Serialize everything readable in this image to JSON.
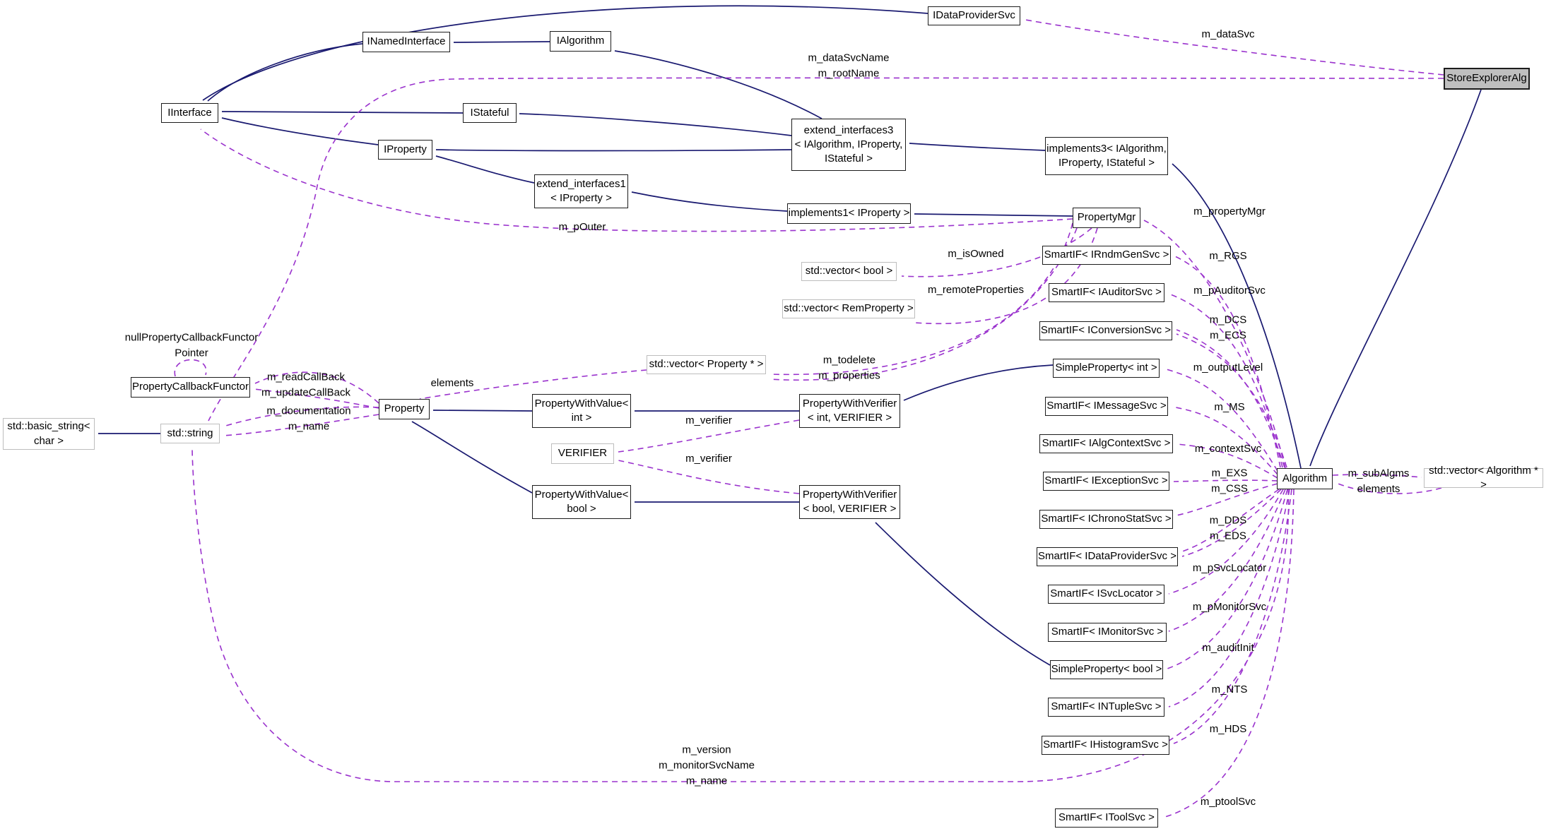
{
  "diagram": {
    "type": "doxygen-collaboration-graph",
    "highlighted_class": "StoreExplorerAlg",
    "colors": {
      "inheritance_edge": "#191970",
      "usage_edge": "#9a32cd",
      "node_border": "#1c1c1c",
      "external_node_border": "#bdbdbd",
      "highlight_fill": "#bfbfbf",
      "background": "#ffffff"
    },
    "nodes": [
      {
        "label": "IInterface"
      },
      {
        "label": "INamedInterface"
      },
      {
        "label": "IAlgorithm"
      },
      {
        "label": "IDataProviderSvc"
      },
      {
        "label": "StoreExplorerAlg"
      },
      {
        "label": "IStateful"
      },
      {
        "label": "IProperty"
      },
      {
        "label": "extend_interfaces3\n< IAlgorithm, IProperty,\nIStateful >"
      },
      {
        "label": "implements3< IAlgorithm,\nIProperty, IStateful >"
      },
      {
        "label": "extend_interfaces1\n< IProperty >"
      },
      {
        "label": "implements1< IProperty >"
      },
      {
        "label": "PropertyMgr"
      },
      {
        "label": "std::vector< bool >"
      },
      {
        "label": "std::vector< RemProperty >"
      },
      {
        "label": "std::vector< Property * >"
      },
      {
        "label": "Property"
      },
      {
        "label": "PropertyWithValue<\nint >"
      },
      {
        "label": "PropertyWithVerifier\n< int, VERIFIER >"
      },
      {
        "label": "VERIFIER"
      },
      {
        "label": "PropertyWithValue<\nbool >"
      },
      {
        "label": "PropertyWithVerifier\n< bool, VERIFIER >"
      },
      {
        "label": "PropertyCallbackFunctor"
      },
      {
        "label": "std::basic_string<\nchar >"
      },
      {
        "label": "std::string"
      },
      {
        "label": "SmartIF< IRndmGenSvc >"
      },
      {
        "label": "SmartIF< IAuditorSvc >"
      },
      {
        "label": "SmartIF< IConversionSvc >"
      },
      {
        "label": "SimpleProperty< int >"
      },
      {
        "label": "SmartIF< IMessageSvc >"
      },
      {
        "label": "SmartIF< IAlgContextSvc >"
      },
      {
        "label": "SmartIF< IExceptionSvc >"
      },
      {
        "label": "SmartIF< IChronoStatSvc >"
      },
      {
        "label": "SmartIF< IDataProviderSvc >"
      },
      {
        "label": "SmartIF< ISvcLocator >"
      },
      {
        "label": "SmartIF< IMonitorSvc >"
      },
      {
        "label": "SimpleProperty< bool >"
      },
      {
        "label": "SmartIF< INTupleSvc >"
      },
      {
        "label": "SmartIF< IHistogramSvc >"
      },
      {
        "label": "SmartIF< IToolSvc >"
      },
      {
        "label": "Algorithm"
      },
      {
        "label": "std::vector< Algorithm * >"
      }
    ],
    "edge_labels": [
      {
        "text": "m_dataSvc"
      },
      {
        "text": "m_dataSvcName\nm_rootName"
      },
      {
        "text": "m_pOuter"
      },
      {
        "text": "m_propertyMgr"
      },
      {
        "text": "m_isOwned"
      },
      {
        "text": "m_remoteProperties"
      },
      {
        "text": "m_todelete\nm_properties"
      },
      {
        "text": "elements"
      },
      {
        "text": "m_RGS"
      },
      {
        "text": "m_pAuditorSvc"
      },
      {
        "text": "m_DCS\nm_ECS"
      },
      {
        "text": "m_outputLevel"
      },
      {
        "text": "m_MS"
      },
      {
        "text": "m_contextSvc"
      },
      {
        "text": "m_EXS\nm_CSS"
      },
      {
        "text": "m_DDS\nm_EDS"
      },
      {
        "text": "m_pSvcLocator"
      },
      {
        "text": "m_pMonitorSvc"
      },
      {
        "text": "m_auditInit"
      },
      {
        "text": "m_NTS"
      },
      {
        "text": "m_HDS"
      },
      {
        "text": "m_ptoolSvc"
      },
      {
        "text": "m_subAlgms"
      },
      {
        "text": "elements"
      },
      {
        "text": "m_verifier"
      },
      {
        "text": "m_verifier"
      },
      {
        "text": "m_readCallBack\nm_updateCallBack"
      },
      {
        "text": "m_documentation\nm_name"
      },
      {
        "text": "nullPropertyCallbackFunctor\nPointer"
      },
      {
        "text": "m_version\nm_monitorSvcName\nm_name"
      }
    ]
  }
}
